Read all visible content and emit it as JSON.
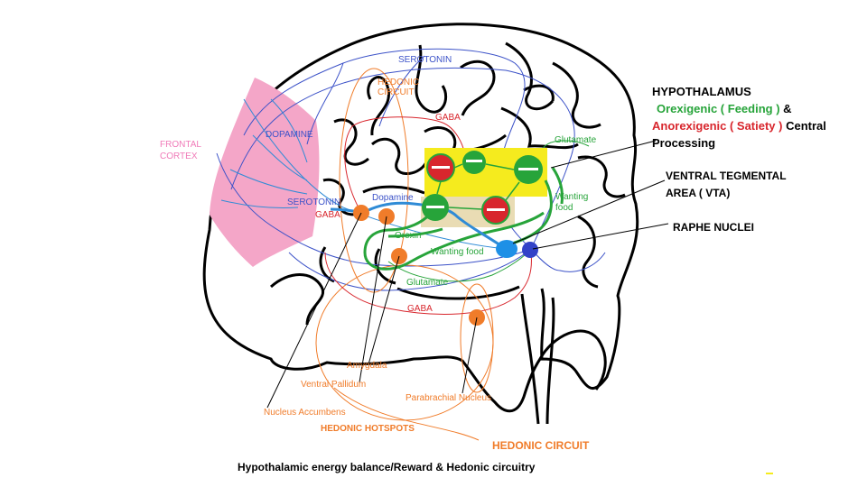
{
  "colors": {
    "serotonin": "#3c52c8",
    "dopamine": "#2f8bd6",
    "gaba": "#d8262d",
    "glutamate": "#27a43a",
    "hedonic": "#f07c2a",
    "frontal_cortex": "#f4a6c8",
    "hypothalamus_box": "#f5eb1e",
    "anorexigenic_area": "#e9dcb4",
    "vta": "#1e90e6",
    "raphe": "#3242c8"
  },
  "labels": {
    "serotonin_top": "SEROTONIN",
    "hedonic_circuit_top": "HEDONIC CIRCUIT",
    "gaba_top": "GABA",
    "dopamine_cortex": "DOPAMINE",
    "frontal_cortex": "FRONTAL CORTEX",
    "serotonin_left": "SEROTONIN",
    "gaba_left": "GABA",
    "dopamine_path": "Dopamine",
    "orexin": "Orexin",
    "wanting_food_lower": "Wanting food",
    "wanting_food_right": "Wanting food",
    "glutamate_top": "Glutamate",
    "glutamate_bottom": "Glutamate",
    "gaba_bottom": "GABA",
    "amygdala": "Amygdala",
    "ventral_pallidum": "Ventral Pallidum",
    "nucleus_accumbens": "Nucleus Accumbens",
    "parabrachial_nucleus": "Parabrachial Nucleus",
    "hedonic_hotspots": "HEDONIC HOTSPOTS",
    "hedonic_circuit_bottom": "HEDONIC CIRCUIT",
    "vta": "VENTRAL TEGMENTAL AREA ( VTA)",
    "raphe_nuclei": "RAPHE NUCLEI",
    "caption": "Hypothalamic energy balance/Reward & Hedonic circuitry"
  },
  "hypothalamus": {
    "title": "HYPOTHALAMUS",
    "orexigenic": "Orexigenic ( Feeding )",
    "ampersand": " &",
    "anorexigenic": "Anorexigenic ( Satiety )",
    "central": " Central",
    "processing": "Processing"
  }
}
